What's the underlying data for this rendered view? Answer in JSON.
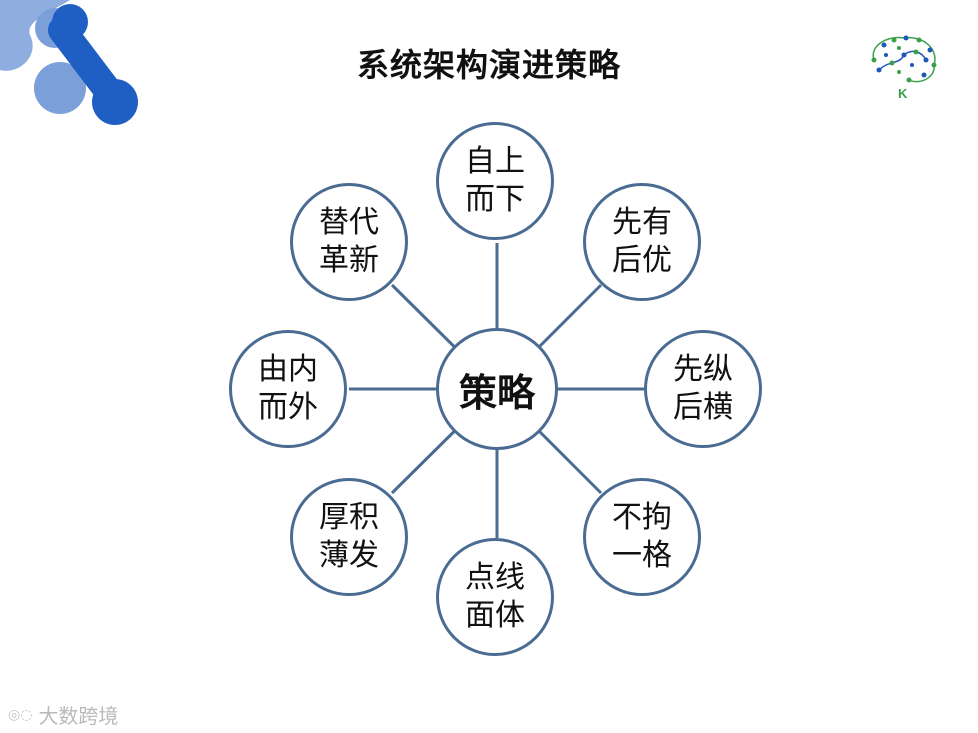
{
  "title": "系统架构演进策略",
  "center": "策略",
  "nodes": [
    {
      "id": "top",
      "line1": "自上",
      "line2": "而下"
    },
    {
      "id": "top-right",
      "line1": "先有",
      "line2": "后优"
    },
    {
      "id": "right",
      "line1": "先纵",
      "line2": "后横"
    },
    {
      "id": "bottom-right",
      "line1": "不拘",
      "line2": "一格"
    },
    {
      "id": "bottom",
      "line1": "点线",
      "line2": "面体"
    },
    {
      "id": "bottom-left",
      "line1": "厚积",
      "line2": "薄发"
    },
    {
      "id": "left",
      "line1": "由内",
      "line2": "而外"
    },
    {
      "id": "top-left",
      "line1": "替代",
      "line2": "革新"
    }
  ],
  "logo_letter": "K",
  "watermark": "大数跨境",
  "colors": {
    "node_border": "#4a6b92",
    "deco_dark": "#1f5fc4",
    "deco_light": "#7b9fd9",
    "logo_green": "#3aa14a",
    "logo_blue": "#1d57b8"
  }
}
